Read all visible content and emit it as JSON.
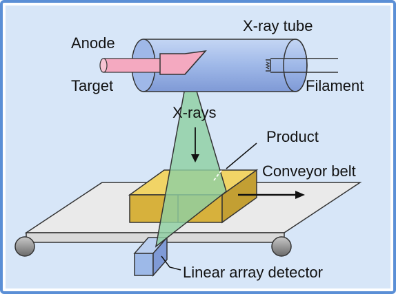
{
  "labels": {
    "xray_tube": "X-ray tube",
    "anode": "Anode",
    "target": "Target",
    "filament": "Filament",
    "xrays": "X-rays",
    "product": "Product",
    "conveyor_belt": "Conveyor belt",
    "detector": "Linear array detector"
  },
  "colors": {
    "frame_border": "#5b8fd6",
    "panel_background": "#d7e6f8",
    "tube_fill": "#9fb8e8",
    "anode_fill": "#f4a9c0",
    "beam_fill": "#8fd0a2",
    "product_top": "#f1d466",
    "product_front": "#d7b13c",
    "belt_fill": "#eaeaea",
    "roller_fill": "#8a8a8a",
    "detector_fill": "#9db9e8"
  }
}
